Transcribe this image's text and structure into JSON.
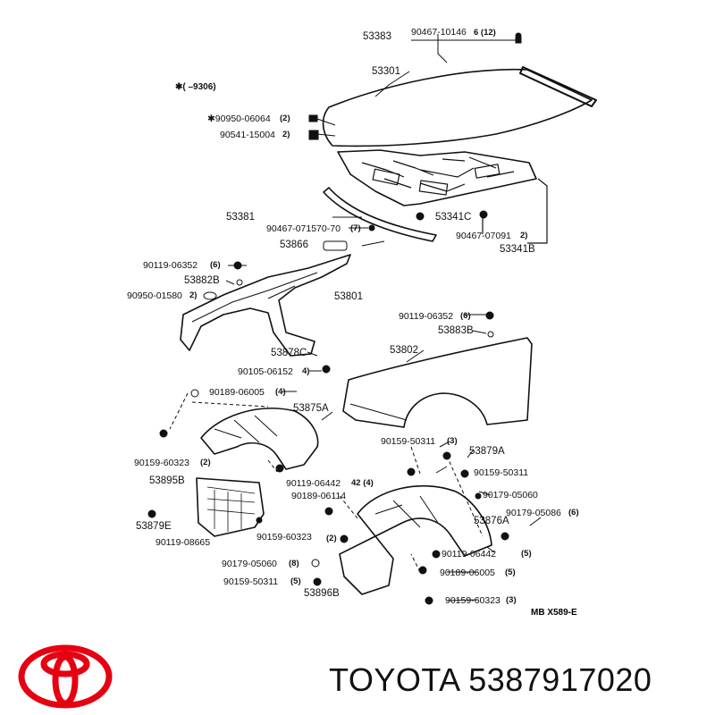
{
  "legend": "✱(   –9306)",
  "brand": {
    "name": "TOYOTA",
    "part_number": "5387917020"
  },
  "diagram_code": "MB  X589-E",
  "labels": {
    "p53383": "53383",
    "p90467_10146": "90467-10146",
    "p53301": "53301",
    "p90950_06064": "✱90950-06064",
    "p90541_15004": "90541-15004",
    "p53381": "53381",
    "p90467_071570": "90467-071570-70",
    "p53341C": "53341C",
    "p90467_07091": "90467-07091",
    "p53341B": "53341B",
    "p53866": "53866",
    "p90119_06352a": "90119-06352",
    "p53882B": "53882B",
    "p90950_01580": "90950-01580",
    "p53801": "53801",
    "p90119_06352b": "90119-06352",
    "p53883B": "53883B",
    "p53878C": "53878C",
    "p53802": "53802",
    "p90105_06152": "90105-06152",
    "p90189_06005a": "90189-06005",
    "p53875A": "53875A",
    "p90159_50311a": "90159-50311",
    "p53879A": "53879A",
    "p90159_60323a": "90159-60323",
    "p90159_50311b": "90159-50311",
    "p53895B": "53895B",
    "p90119_06442a": "90119-06442",
    "p90189_06114": "90189-06114",
    "p90179_05060a": "90179-05060",
    "p90179_05086": "90179-05086",
    "p53879E": "53879E",
    "p53876A": "53876A",
    "p90119_08665": "90119-08665",
    "p90159_60323b": "90159-60323",
    "p90119_06442b": "90119-06442",
    "p90179_05060b": "90179-05060",
    "p90189_06005b": "90189-06005",
    "p90159_50311c": "90159-50311",
    "p53896B": "53896B",
    "p90159_60323c": "90159-60323"
  },
  "quantities": {
    "q1": "6 (12)",
    "q2": "(2)",
    "q3": "2)",
    "q4": "(7)",
    "q5": "2)",
    "q6": "(6)",
    "q7": "2)",
    "q8": "(6)",
    "q9": "4)",
    "q10": "(4)",
    "q11": "(3)",
    "q12": "(2)",
    "q13": "42 (4)",
    "q14": "(6)",
    "q15": "(2)",
    "q16": "(5)",
    "q17": "(8)",
    "q18": "(5)",
    "q19": "(5)",
    "q20": "(3)"
  },
  "colors": {
    "logo_red": "#e60012",
    "ink": "#111111"
  }
}
